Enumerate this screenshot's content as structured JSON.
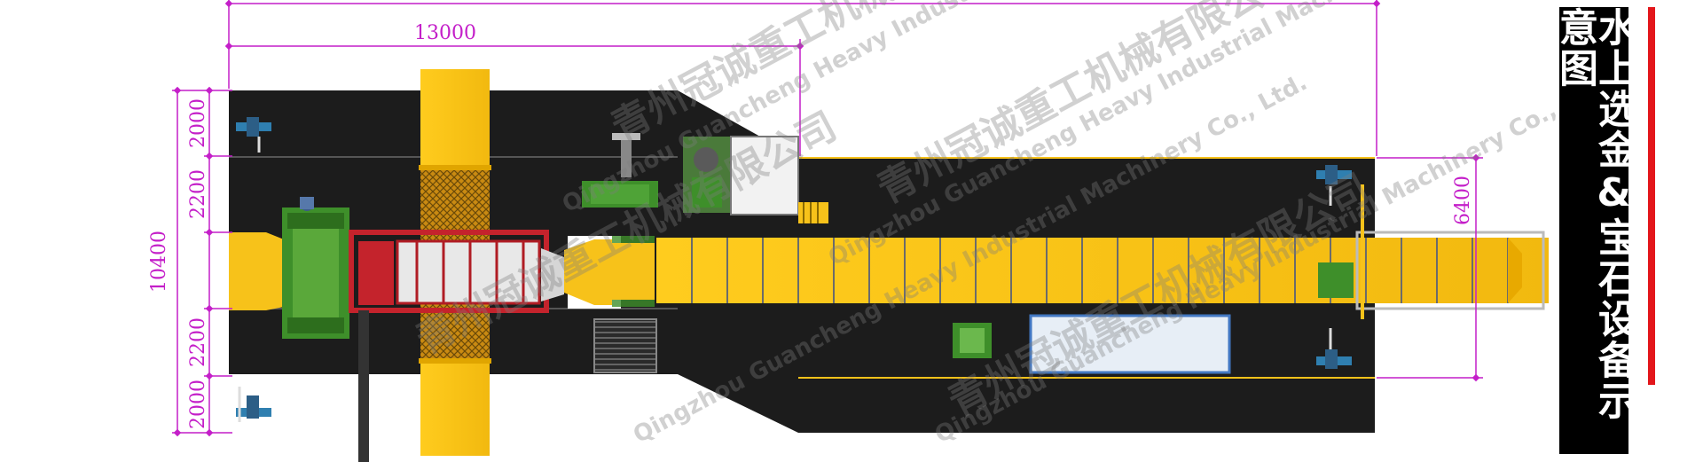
{
  "title": "水上选金&宝石设备示意图",
  "dimensions": {
    "length_top": "13000",
    "overall_height": "10400",
    "left_segments": [
      "2000",
      "2200",
      "2200",
      "2000"
    ],
    "right_width": "6400"
  },
  "watermarks": {
    "cn": "青州冠诚重工机械有限公司",
    "en": "Qingzhou Guancheng Heavy Industrial Machinery Co., Ltd."
  },
  "colors": {
    "accent": "#e3161b",
    "dimension": "#c41fc9",
    "hull": "#1c1c1c",
    "yellow": "#f7c21a",
    "green": "#3e8f2a",
    "red": "#c4232c"
  }
}
